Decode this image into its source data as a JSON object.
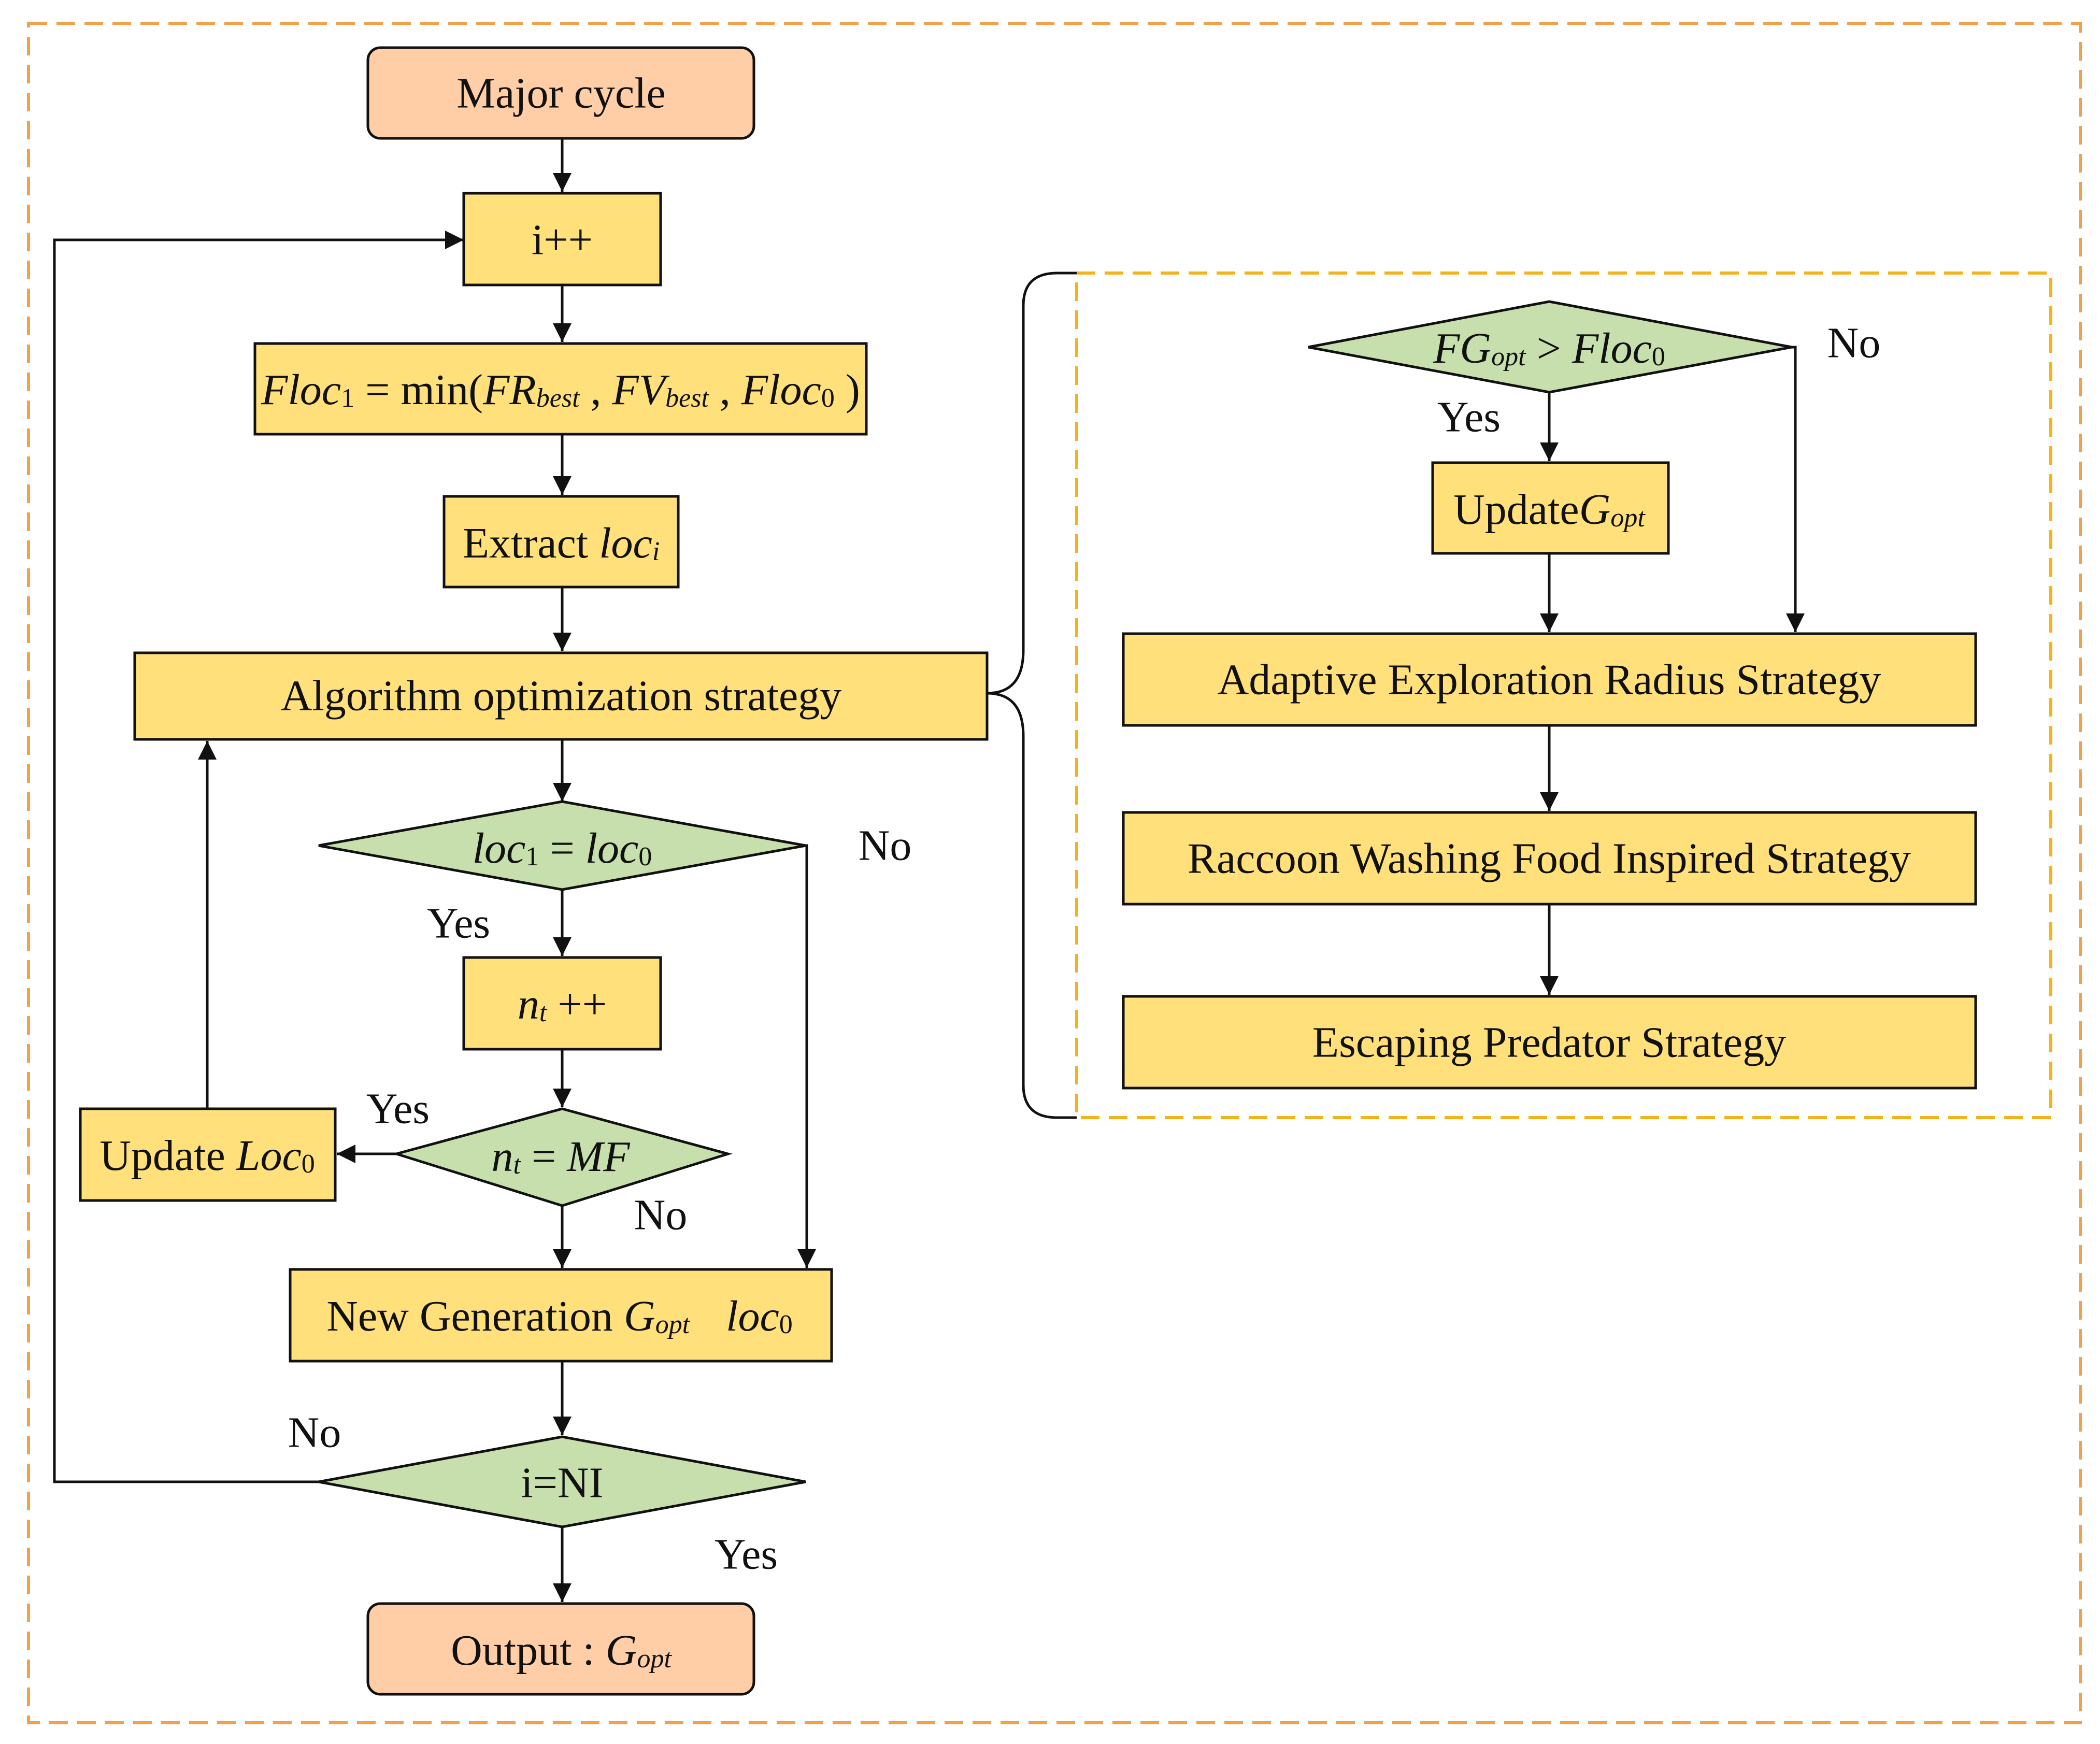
{
  "nodes": {
    "major_cycle": "Major cycle",
    "increment": "i++",
    "floc": {
      "lhs": "Floc",
      "lhs_sub": "1",
      "eq": " = min(",
      "fr": "FR",
      "fr_sub": "best",
      "comma1": " , ",
      "fv": "FV",
      "fv_sub": "best",
      "comma2": " , ",
      "floc0": "Floc",
      "floc0_sub": "0",
      "close": " )"
    },
    "extract": {
      "text": "Extract ",
      "var": "loc",
      "sub": "i"
    },
    "algo": "Algorithm optimization strategy",
    "cond_loc": {
      "lhs": "loc",
      "lhs_sub": "1",
      "eq": " = ",
      "rhs": "loc",
      "rhs_sub": "0"
    },
    "nt_inc": {
      "var": "n",
      "sub": "t",
      "op": " ++"
    },
    "cond_nt": {
      "var": "n",
      "sub": "t",
      "eq": " = ",
      "rhs": "MF"
    },
    "update_loc": {
      "text": "Update ",
      "var": "Loc",
      "sub": "0"
    },
    "new_gen": {
      "text": "New Generation ",
      "g": "G",
      "g_sub": "opt",
      "loc": "loc",
      "loc_sub": "0"
    },
    "cond_ni": "i=NI",
    "output": {
      "text": "Output : ",
      "g": "G",
      "g_sub": "opt"
    },
    "cond_fg": {
      "fg": "FG",
      "fg_sub": "opt",
      "op": " > ",
      "floc": "Floc",
      "floc_sub": "0"
    },
    "update_g": {
      "text": "Update",
      "g": "G",
      "g_sub": "opt"
    },
    "adaptive": "Adaptive Exploration Radius Strategy",
    "raccoon": "Raccoon Washing Food Inspired Strategy",
    "escaping": "Escaping Predator Strategy"
  },
  "edge_labels": {
    "fg_yes": "Yes",
    "fg_no": "No",
    "loc_yes": "Yes",
    "loc_no": "No",
    "nt_yes": "Yes",
    "nt_no": "No",
    "ni_no": "No",
    "ni_yes": "Yes"
  },
  "colors": {
    "process_box": "#ffe07a",
    "terminal_box": "#ffcda6",
    "decision": "#c6dfac",
    "outer_frame": "#f2a04a",
    "inner_frame": "#f4b21b"
  }
}
